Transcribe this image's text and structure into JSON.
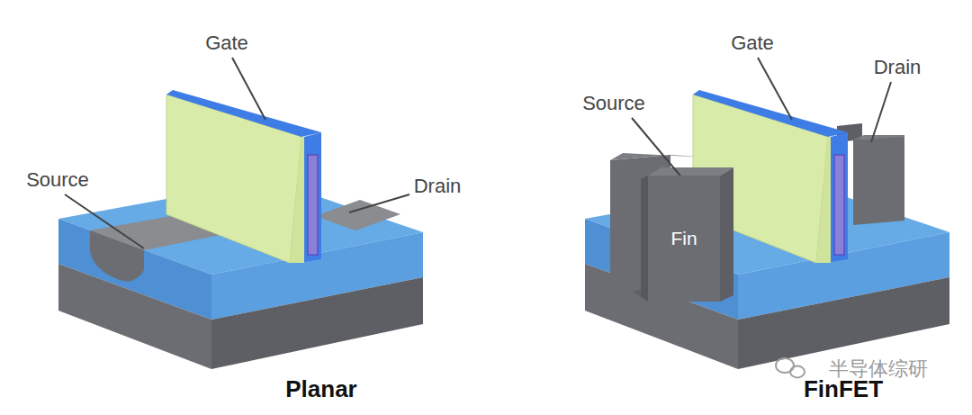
{
  "diagram": {
    "nodes": [
      {
        "text": [
          "Fin"
        ]
      }
    ],
    "labels": [
      "Gate",
      "Source",
      "Drain",
      "Planar",
      "Gate",
      "Source",
      "Drain",
      "FinFET",
      "半导体综研"
    ]
  }
}
